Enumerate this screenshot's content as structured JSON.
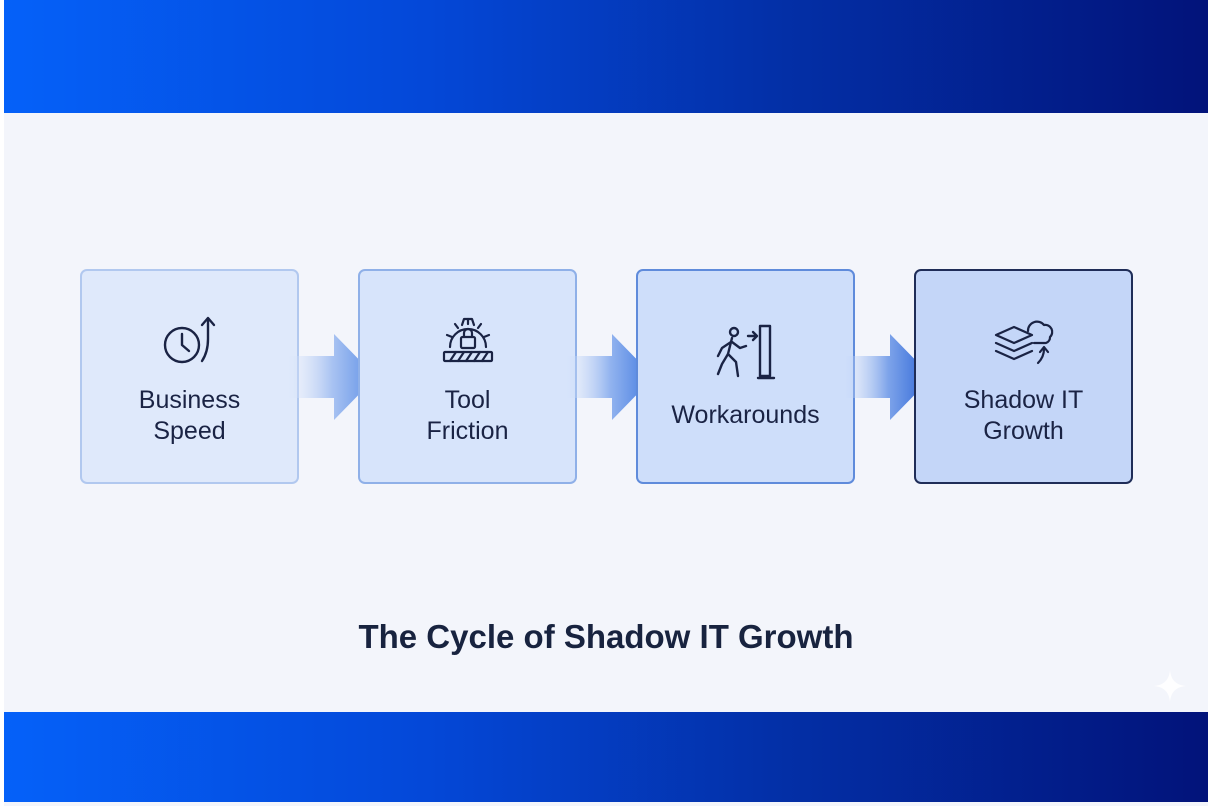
{
  "diagram": {
    "steps": [
      {
        "label": "Business\nSpeed",
        "icon": "clock-arrow-up-icon"
      },
      {
        "label": "Tool\nFriction",
        "icon": "gear-lock-icon"
      },
      {
        "label": "Workarounds",
        "icon": "person-exit-icon"
      },
      {
        "label": "Shadow IT\nGrowth",
        "icon": "cloud-layers-icon"
      }
    ],
    "caption": "The Cycle of Shadow IT Growth"
  },
  "colors": {
    "band_start": "#0561f9",
    "band_end": "#02137a",
    "text": "#1a2344",
    "icon": "#1a2344"
  }
}
